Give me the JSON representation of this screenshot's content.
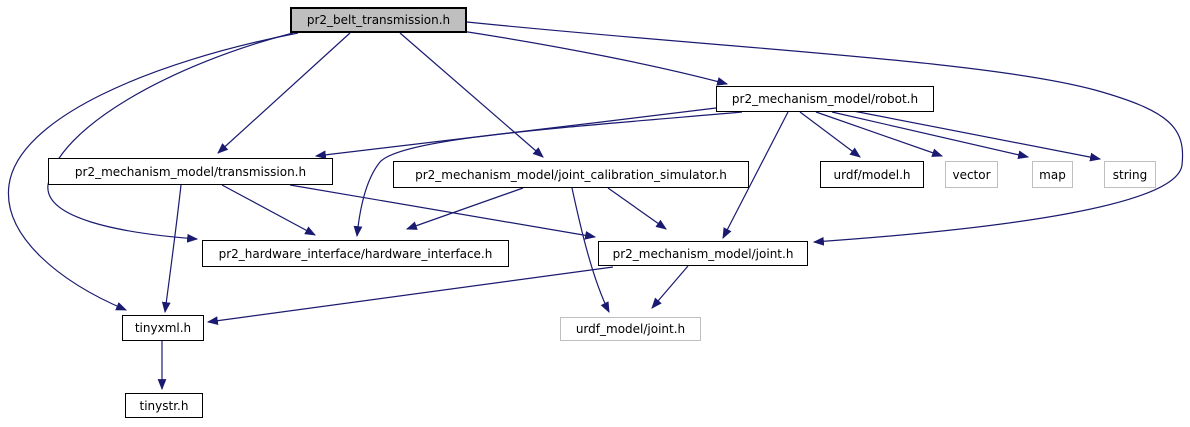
{
  "colors": {
    "edge": "#1a1a70",
    "node_border": "#000000",
    "external_node_border": "#bfbfbf",
    "root_fill": "#bfbfbf",
    "node_fill": "#ffffff",
    "background": "#ffffff",
    "text": "#000000"
  },
  "nodes": {
    "belt": {
      "label": "pr2_belt_transmission.h"
    },
    "robot": {
      "label": "pr2_mechanism_model/robot.h"
    },
    "transmission": {
      "label": "pr2_mechanism_model/transmission.h"
    },
    "simulator": {
      "label": "pr2_mechanism_model/joint_calibration_simulator.h"
    },
    "urdf_model": {
      "label": "urdf/model.h"
    },
    "vector": {
      "label": "vector"
    },
    "map": {
      "label": "map"
    },
    "string": {
      "label": "string"
    },
    "hardware": {
      "label": "pr2_hardware_interface/hardware_interface.h"
    },
    "joint": {
      "label": "pr2_mechanism_model/joint.h"
    },
    "tinyxml": {
      "label": "tinyxml.h"
    },
    "urdf_model_joint": {
      "label": "urdf_model/joint.h"
    },
    "tinystr": {
      "label": "tinystr.h"
    }
  },
  "edges": [
    {
      "from": "pr2_belt_transmission.h",
      "to": "pr2_mechanism_model/robot.h"
    },
    {
      "from": "pr2_belt_transmission.h",
      "to": "pr2_mechanism_model/transmission.h"
    },
    {
      "from": "pr2_belt_transmission.h",
      "to": "pr2_mechanism_model/joint_calibration_simulator.h"
    },
    {
      "from": "pr2_belt_transmission.h",
      "to": "pr2_mechanism_model/joint.h"
    },
    {
      "from": "pr2_belt_transmission.h",
      "to": "pr2_hardware_interface/hardware_interface.h"
    },
    {
      "from": "pr2_belt_transmission.h",
      "to": "tinyxml.h"
    },
    {
      "from": "pr2_mechanism_model/robot.h",
      "to": "pr2_mechanism_model/transmission.h"
    },
    {
      "from": "pr2_mechanism_model/robot.h",
      "to": "pr2_hardware_interface/hardware_interface.h"
    },
    {
      "from": "pr2_mechanism_model/robot.h",
      "to": "pr2_mechanism_model/joint.h"
    },
    {
      "from": "pr2_mechanism_model/robot.h",
      "to": "urdf/model.h"
    },
    {
      "from": "pr2_mechanism_model/robot.h",
      "to": "vector"
    },
    {
      "from": "pr2_mechanism_model/robot.h",
      "to": "map"
    },
    {
      "from": "pr2_mechanism_model/robot.h",
      "to": "string"
    },
    {
      "from": "pr2_mechanism_model/transmission.h",
      "to": "pr2_hardware_interface/hardware_interface.h"
    },
    {
      "from": "pr2_mechanism_model/transmission.h",
      "to": "pr2_mechanism_model/joint.h"
    },
    {
      "from": "pr2_mechanism_model/transmission.h",
      "to": "tinyxml.h"
    },
    {
      "from": "pr2_mechanism_model/joint_calibration_simulator.h",
      "to": "pr2_hardware_interface/hardware_interface.h"
    },
    {
      "from": "pr2_mechanism_model/joint_calibration_simulator.h",
      "to": "pr2_mechanism_model/joint.h"
    },
    {
      "from": "pr2_mechanism_model/joint_calibration_simulator.h",
      "to": "urdf_model/joint.h"
    },
    {
      "from": "pr2_mechanism_model/joint.h",
      "to": "urdf_model/joint.h"
    },
    {
      "from": "pr2_mechanism_model/joint.h",
      "to": "tinyxml.h"
    },
    {
      "from": "tinyxml.h",
      "to": "tinystr.h"
    }
  ]
}
